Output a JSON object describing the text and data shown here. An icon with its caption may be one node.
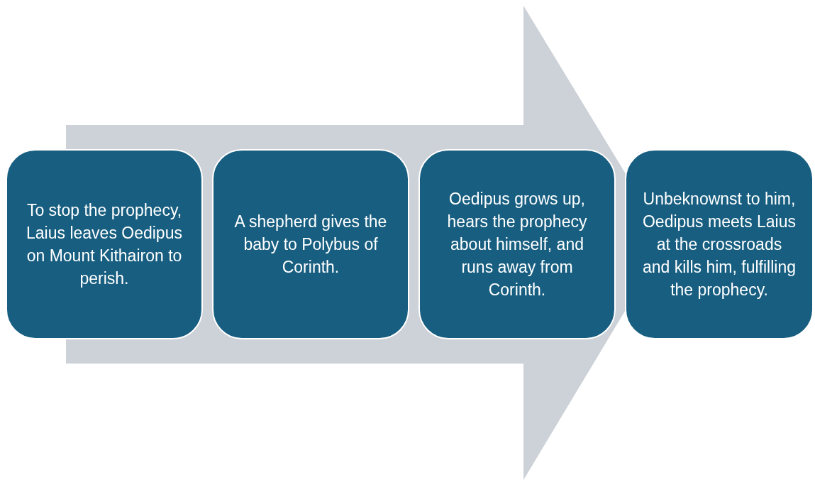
{
  "diagram": {
    "nodes": [
      {
        "text": [
          "To stop the prophecy, Laius leaves Oedipus on Mount Kithairon to perish."
        ]
      },
      {
        "text": [
          "A shepherd gives the baby to Polybus of Corinth."
        ]
      },
      {
        "text": [
          "Oedipus grows up, hears the prophecy about himself, and runs away from Corinth."
        ]
      },
      {
        "text": [
          "Unbeknownst to him, Oedipus meets Laius at the crossroads and kills him, fulfilling the prophecy."
        ]
      }
    ],
    "edges": [
      {
        "from": 0,
        "to": 3,
        "arrow": "to"
      }
    ]
  }
}
